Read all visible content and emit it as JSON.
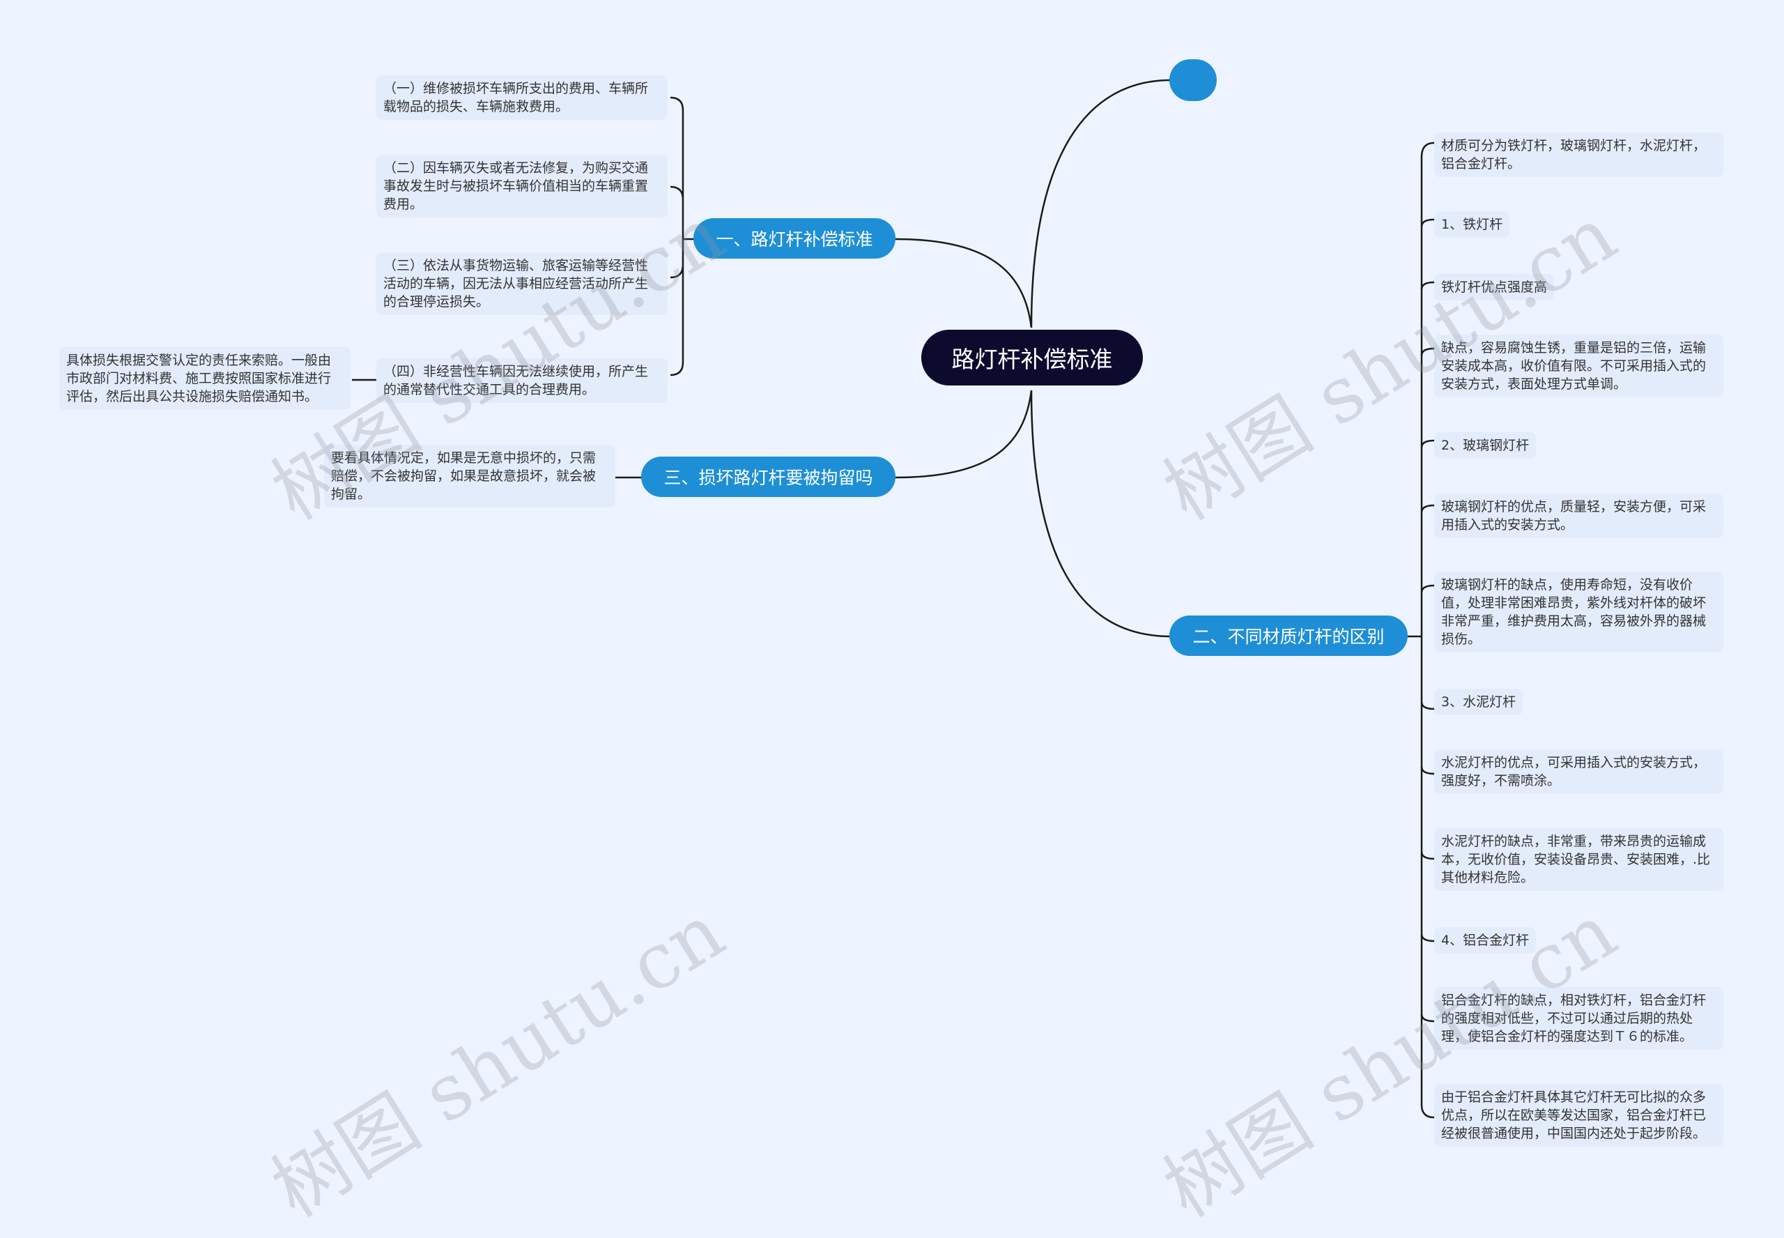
{
  "root": {
    "title": "路灯杆补偿标准"
  },
  "branches": {
    "b1": {
      "title": "一、路灯杆补偿标准"
    },
    "b2": {
      "title": "二、不同材质灯杆的区别"
    },
    "b3": {
      "title": "三、损坏路灯杆要被拘留吗"
    }
  },
  "b1_children": [
    "（一）维修被损坏车辆所支出的费用、车辆所载物品的损失、车辆施救费用。",
    "（二）因车辆灭失或者无法修复，为购买交通事故发生时与被损坏车辆价值相当的车辆重置费用。",
    "（三）依法从事货物运输、旅客运输等经营性活动的车辆，因无法从事相应经营活动所产生的合理停运损失。",
    "（四）非经营性车辆因无法继续使用，所产生的通常替代性交通工具的合理费用。"
  ],
  "b1_sub": "具体损失根据交警认定的责任来索赔。一般由市政部门对材料费、施工费按照国家标准进行评估，然后出具公共设施损失赔偿通知书。",
  "b3_child": "要看具体情况定，如果是无意中损坏的，只需赔偿，不会被拘留，如果是故意损坏，就会被拘留。",
  "b2_children": [
    "材质可分为铁灯杆，玻璃钢灯杆，水泥灯杆，铝合金灯杆。",
    "1、铁灯杆",
    "铁灯杆优点强度高",
    "缺点，容易腐蚀生锈，重量是铝的三倍，运输安装成本高，收价值有限。不可采用插入式的安装方式，表面处理方式单调。",
    "2、玻璃钢灯杆",
    "玻璃钢灯杆的优点，质量轻，安装方便，可采用插入式的安装方式。",
    "玻璃钢灯杆的缺点，使用寿命短，没有收价值，处理非常困难昂贵，紫外线对杆体的破坏非常严重，维护费用太高，容易被外界的器械损伤。",
    "3、水泥灯杆",
    "水泥灯杆的优点，可采用插入式的安装方式，强度好，不需喷涂。",
    "水泥灯杆的缺点，非常重，带来昂贵的运输成本，无收价值，安装设备昂贵、安装困难，.比其他材料危险。",
    "4、铝合金灯杆",
    "铝合金灯杆的缺点，相对铁灯杆，铝合金灯杆的强度相对低些，不过可以通过后期的热处理，使铝合金灯杆的强度达到Ｔ６的标准。",
    "由于铝合金灯杆具体其它灯杆无可比拟的众多优点，所以在欧美等发达国家，铝合金灯杆已经被很普通使用，中国国内还处于起步阶段。"
  ],
  "watermark": "树图 shutu.cn",
  "colors": {
    "background": "#eef4ff",
    "root": "#0c0b2e",
    "branch": "#1e8fd6",
    "leaf": "#e3ecfb",
    "line": "#1a1a1a"
  }
}
